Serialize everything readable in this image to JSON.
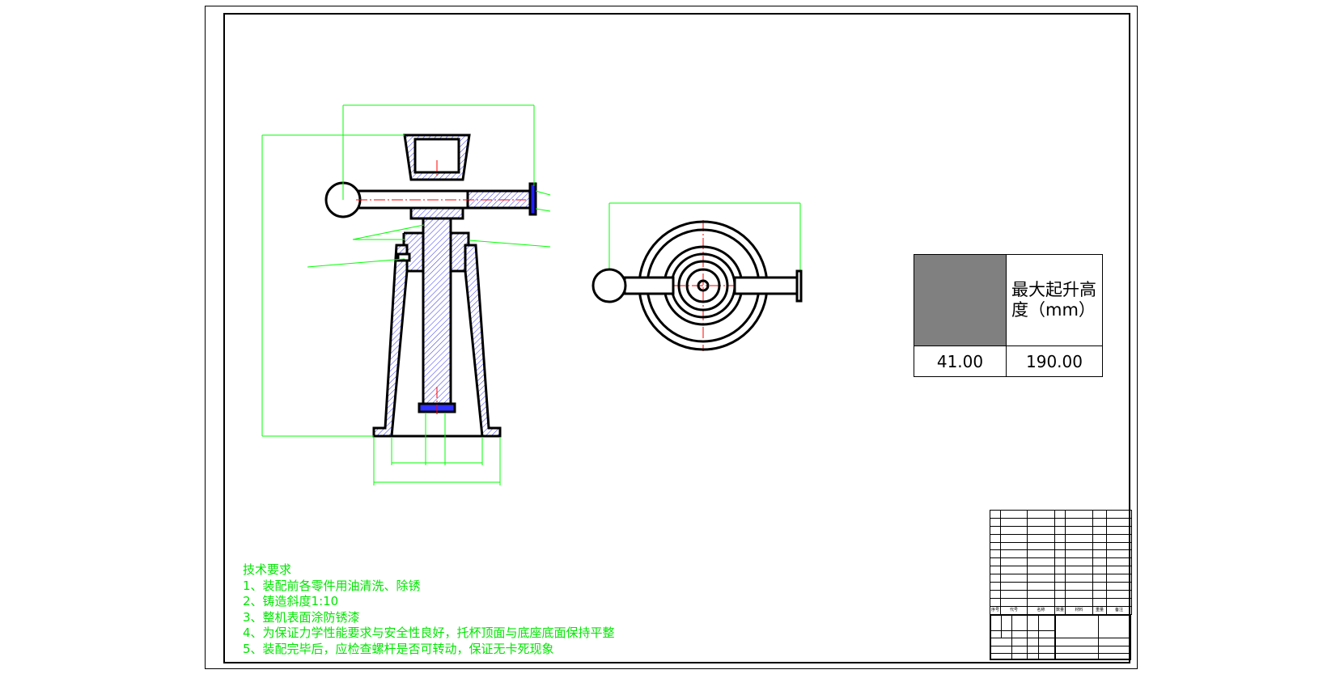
{
  "lift_table": {
    "header": "最大起升高度（mm）",
    "values": [
      "41.00",
      "190.00"
    ]
  },
  "technical_requirements": {
    "title": "技术要求",
    "items": [
      "1、装配前各零件用油清洗、除锈",
      "2、铸造斜度1:10",
      "3、整机表面涂防锈漆",
      "4、为保证力学性能要求与安全性良好，托杯顶面与底座底面保持平整",
      "5、装配完毕后，应检查螺杆是否可转动，保证无卡死现象"
    ]
  },
  "parts_list": {
    "headers": [
      "序号",
      "代号",
      "名称",
      "数量",
      "材料",
      "重量",
      "备注"
    ]
  },
  "colors": {
    "dimension": "#00ff00",
    "centerline": "#ff0000",
    "hatch": "#0000ff",
    "outline": "#000000"
  }
}
